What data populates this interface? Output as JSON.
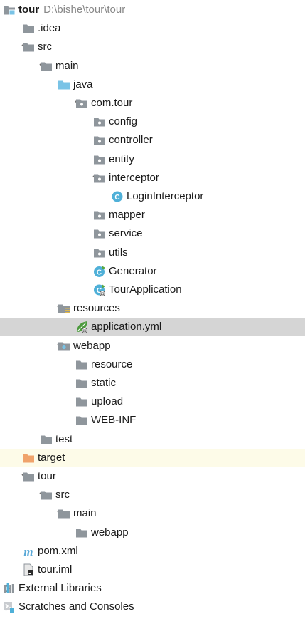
{
  "colors": {
    "folder": "#8f969c",
    "folder_source": "#79c3e6",
    "folder_excluded": "#f0a36b",
    "selected_bg": "#d5d5d5",
    "excluded_bg": "#fdfbe8",
    "path_text": "#888888",
    "class_icon": "#4fb0d8",
    "spring_icon": "#4c9a3d",
    "maven_icon": "#5aa9d8"
  },
  "tree": [
    {
      "depth": 0,
      "expanded": true,
      "label": "tour",
      "bold": true,
      "path": "D:\\bishe\\tour\\tour",
      "icon": "module-folder-icon",
      "name": "tree-item-tour-module"
    },
    {
      "depth": 1,
      "expanded": false,
      "label": ".idea",
      "icon": "folder-icon",
      "name": "tree-item-idea"
    },
    {
      "depth": 1,
      "expanded": true,
      "label": "src",
      "icon": "folder-icon",
      "name": "tree-item-src"
    },
    {
      "depth": 2,
      "expanded": true,
      "label": "main",
      "icon": "folder-icon",
      "name": "tree-item-main"
    },
    {
      "depth": 3,
      "expanded": true,
      "label": "java",
      "icon": "source-folder-icon",
      "name": "tree-item-java"
    },
    {
      "depth": 4,
      "expanded": true,
      "label": "com.tour",
      "icon": "package-icon",
      "name": "tree-item-com-tour"
    },
    {
      "depth": 5,
      "expanded": false,
      "label": "config",
      "icon": "package-icon",
      "name": "tree-item-config"
    },
    {
      "depth": 5,
      "expanded": false,
      "label": "controller",
      "icon": "package-icon",
      "name": "tree-item-controller"
    },
    {
      "depth": 5,
      "expanded": false,
      "label": "entity",
      "icon": "package-icon",
      "name": "tree-item-entity"
    },
    {
      "depth": 5,
      "expanded": true,
      "label": "interceptor",
      "icon": "package-icon",
      "name": "tree-item-interceptor"
    },
    {
      "depth": 6,
      "label": "LoginInterceptor",
      "icon": "class-icon",
      "name": "tree-item-logininterceptor"
    },
    {
      "depth": 5,
      "expanded": false,
      "label": "mapper",
      "icon": "package-icon",
      "name": "tree-item-mapper"
    },
    {
      "depth": 5,
      "expanded": false,
      "label": "service",
      "icon": "package-icon",
      "name": "tree-item-service"
    },
    {
      "depth": 5,
      "expanded": false,
      "label": "utils",
      "icon": "package-icon",
      "name": "tree-item-utils"
    },
    {
      "depth": 5,
      "label": "Generator",
      "icon": "runnable-class-icon",
      "name": "tree-item-generator"
    },
    {
      "depth": 5,
      "label": "TourApplication",
      "icon": "spring-boot-class-icon",
      "name": "tree-item-tourapplication"
    },
    {
      "depth": 3,
      "expanded": true,
      "label": "resources",
      "icon": "resources-folder-icon",
      "name": "tree-item-resources"
    },
    {
      "depth": 4,
      "label": "application.yml",
      "icon": "spring-yml-icon",
      "selected": true,
      "name": "tree-item-application-yml"
    },
    {
      "depth": 3,
      "expanded": true,
      "label": "webapp",
      "icon": "web-folder-icon",
      "name": "tree-item-webapp"
    },
    {
      "depth": 4,
      "expanded": false,
      "label": "resource",
      "icon": "folder-icon",
      "name": "tree-item-resource"
    },
    {
      "depth": 4,
      "expanded": false,
      "label": "static",
      "icon": "folder-icon",
      "name": "tree-item-static"
    },
    {
      "depth": 4,
      "expanded": false,
      "label": "upload",
      "icon": "folder-icon",
      "name": "tree-item-upload"
    },
    {
      "depth": 4,
      "expanded": false,
      "label": "WEB-INF",
      "icon": "folder-icon",
      "name": "tree-item-web-inf"
    },
    {
      "depth": 2,
      "expanded": false,
      "label": "test",
      "icon": "folder-icon",
      "name": "tree-item-test"
    },
    {
      "depth": 1,
      "expanded": false,
      "label": "target",
      "icon": "excluded-folder-icon",
      "excluded": true,
      "name": "tree-item-target"
    },
    {
      "depth": 1,
      "expanded": true,
      "label": "tour",
      "icon": "folder-icon",
      "name": "tree-item-tour-folder"
    },
    {
      "depth": 2,
      "expanded": true,
      "label": "src",
      "icon": "folder-icon",
      "name": "tree-item-tour-src"
    },
    {
      "depth": 3,
      "expanded": true,
      "label": "main",
      "icon": "folder-icon",
      "name": "tree-item-tour-main"
    },
    {
      "depth": 4,
      "expanded": false,
      "label": "webapp",
      "icon": "folder-icon",
      "name": "tree-item-tour-webapp"
    },
    {
      "depth": 1,
      "label": "pom.xml",
      "icon": "maven-icon",
      "name": "tree-item-pom-xml"
    },
    {
      "depth": 1,
      "label": "tour.iml",
      "icon": "iml-file-icon",
      "name": "tree-item-tour-iml"
    },
    {
      "depth": 0,
      "expanded": false,
      "label": "External Libraries",
      "icon": "libraries-icon",
      "name": "tree-item-external-libraries"
    },
    {
      "depth": 0,
      "expanded": false,
      "label": "Scratches and Consoles",
      "icon": "scratches-icon",
      "name": "tree-item-scratches"
    }
  ]
}
